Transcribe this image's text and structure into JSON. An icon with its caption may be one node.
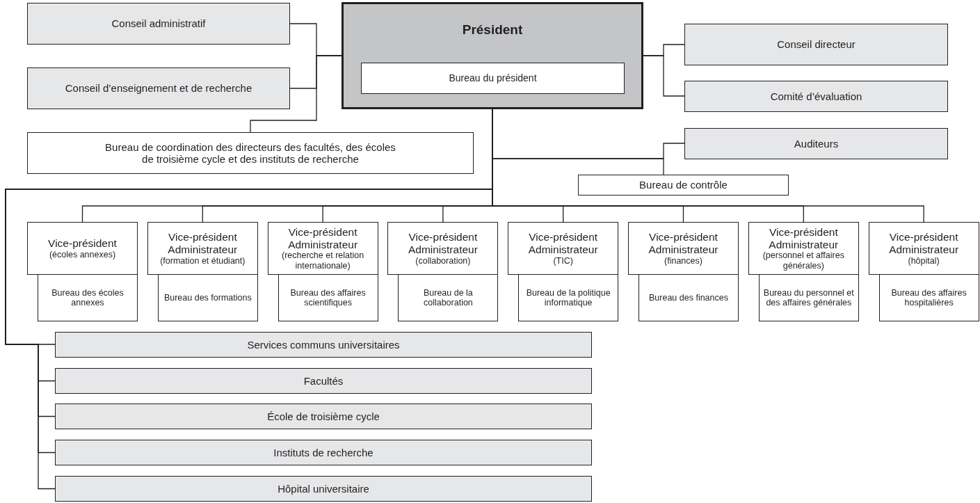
{
  "diagram": {
    "nodes": [
      {
        "text": [
          "Président"
        ]
      },
      {
        "text": [
          "Bureau du président"
        ],
        "in": 0
      },
      {
        "text": [
          "Conseil administratif"
        ]
      },
      {
        "text": [
          "Conseil d’enseignement et de recherche"
        ]
      },
      {
        "text": [
          "Bureau de coordination des directeurs des facultés, des écoles de troisième cycle et des instituts de recherche"
        ]
      },
      {
        "text": [
          "Conseil directeur"
        ]
      },
      {
        "text": [
          "Comité d’évaluation"
        ]
      },
      {
        "text": [
          "Auditeurs"
        ]
      },
      {
        "text": [
          "Bureau de contrôle"
        ]
      },
      {
        "text": [
          "Vice-président",
          "(écoles annexes)"
        ]
      },
      {
        "text": [
          "Bureau des écoles annexes"
        ]
      },
      {
        "text": [
          "Vice-président Administrateur",
          "(formation et étudiant)"
        ]
      },
      {
        "text": [
          "Bureau des formations"
        ]
      },
      {
        "text": [
          "Vice-président Administrateur",
          "(recherche et relation internationale)"
        ]
      },
      {
        "text": [
          "Bureau des affaires scientifiques"
        ]
      },
      {
        "text": [
          "Vice-président Administrateur",
          "(collaboration)"
        ]
      },
      {
        "text": [
          "Bureau de la collaboration"
        ]
      },
      {
        "text": [
          "Vice-président Administrateur",
          "(TIC)"
        ]
      },
      {
        "text": [
          "Bureau de la politique informatique"
        ]
      },
      {
        "text": [
          "Vice-président Administrateur",
          "(finances)"
        ]
      },
      {
        "text": [
          "Bureau des finances"
        ]
      },
      {
        "text": [
          "Vice-président Administrateur",
          "(personnel et affaires générales)"
        ]
      },
      {
        "text": [
          "Bureau du personnel et des affaires générales"
        ]
      },
      {
        "text": [
          "Vice-président Administrateur",
          "(hôpital)"
        ]
      },
      {
        "text": [
          "Bureau des affaires hospitalières"
        ]
      },
      {
        "text": [
          "Services communs universitaires"
        ]
      },
      {
        "text": [
          "Facultés"
        ]
      },
      {
        "text": [
          "École de troisième cycle"
        ]
      },
      {
        "text": [
          "Instituts de recherche"
        ]
      },
      {
        "text": [
          "Hôpital universitaire"
        ]
      }
    ],
    "edges": [
      {
        "from": 0,
        "to": 2,
        "arrow": "none"
      },
      {
        "from": 0,
        "to": 3,
        "arrow": "none"
      },
      {
        "from": 0,
        "to": 4,
        "arrow": "none"
      },
      {
        "from": 0,
        "to": 5,
        "arrow": "none"
      },
      {
        "from": 0,
        "to": 6,
        "arrow": "none"
      },
      {
        "from": 0,
        "to": 7,
        "arrow": "none"
      },
      {
        "from": 0,
        "to": 8,
        "arrow": "none"
      },
      {
        "from": 0,
        "to": 9,
        "arrow": "none"
      },
      {
        "from": 0,
        "to": 11,
        "arrow": "none"
      },
      {
        "from": 0,
        "to": 13,
        "arrow": "none"
      },
      {
        "from": 0,
        "to": 15,
        "arrow": "none"
      },
      {
        "from": 0,
        "to": 17,
        "arrow": "none"
      },
      {
        "from": 0,
        "to": 19,
        "arrow": "none"
      },
      {
        "from": 0,
        "to": 21,
        "arrow": "none"
      },
      {
        "from": 0,
        "to": 23,
        "arrow": "none"
      },
      {
        "from": 0,
        "to": 25,
        "arrow": "none"
      },
      {
        "from": 0,
        "to": 26,
        "arrow": "none"
      },
      {
        "from": 0,
        "to": 27,
        "arrow": "none"
      },
      {
        "from": 0,
        "to": 28,
        "arrow": "none"
      },
      {
        "from": 0,
        "to": 29,
        "arrow": "none"
      }
    ]
  }
}
